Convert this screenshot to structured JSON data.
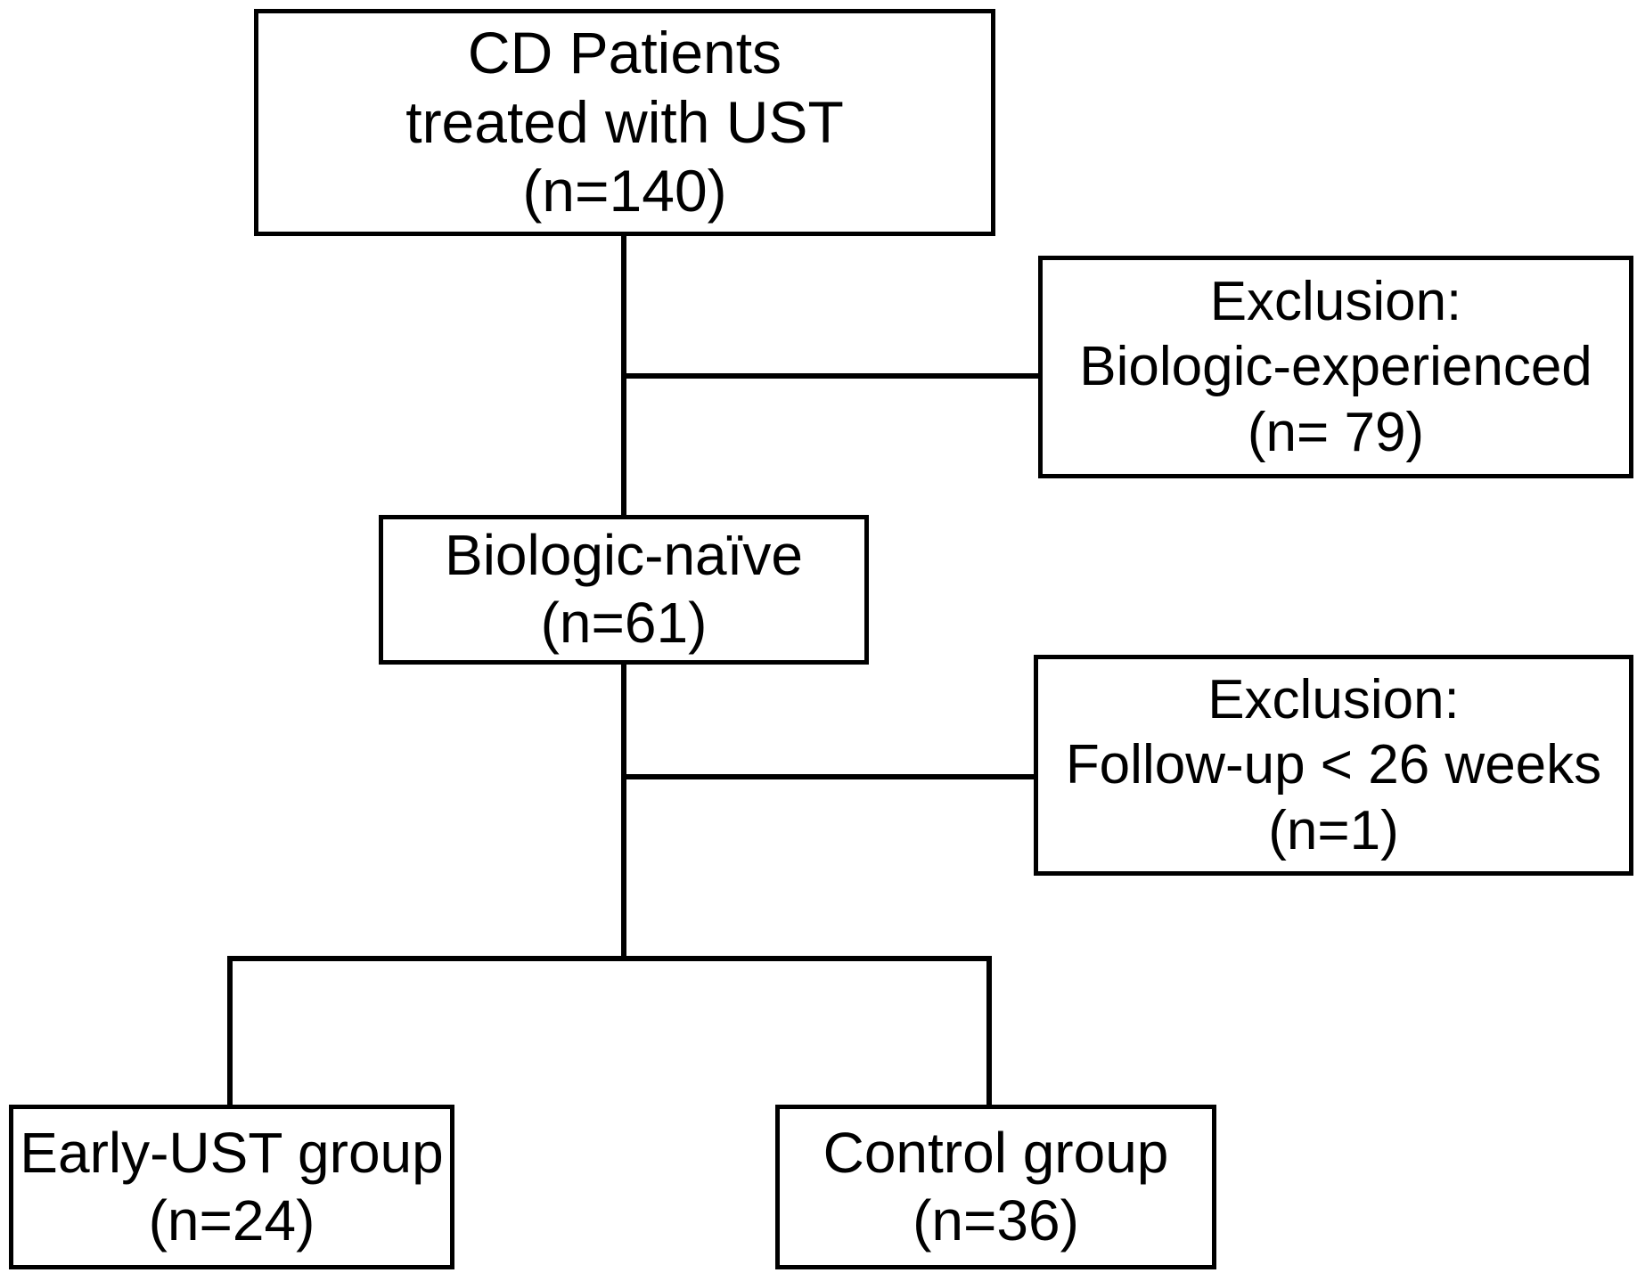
{
  "diagram": {
    "type": "patient-flow-consort-diagram",
    "nodes": {
      "cd_patients": {
        "line1": "CD Patients",
        "line2": "treated with UST",
        "line3": "(n=140)"
      },
      "exclusion_biologic": {
        "line1": "Exclusion:",
        "line2": "Biologic-experienced",
        "line3": "(n= 79)"
      },
      "biologic_naive": {
        "line1": "Biologic-naïve",
        "line2": "(n=61)"
      },
      "exclusion_followup": {
        "line1": "Exclusion:",
        "line2": "Follow-up < 26 weeks",
        "line3": "(n=1)"
      },
      "early_ust_group": {
        "line1": "Early-UST group",
        "line2": "(n=24)"
      },
      "control_group": {
        "line1": "Control group",
        "line2": "(n=36)"
      }
    },
    "colors": {
      "stroke": "#000000",
      "background": "#ffffff",
      "text": "#000000"
    }
  }
}
